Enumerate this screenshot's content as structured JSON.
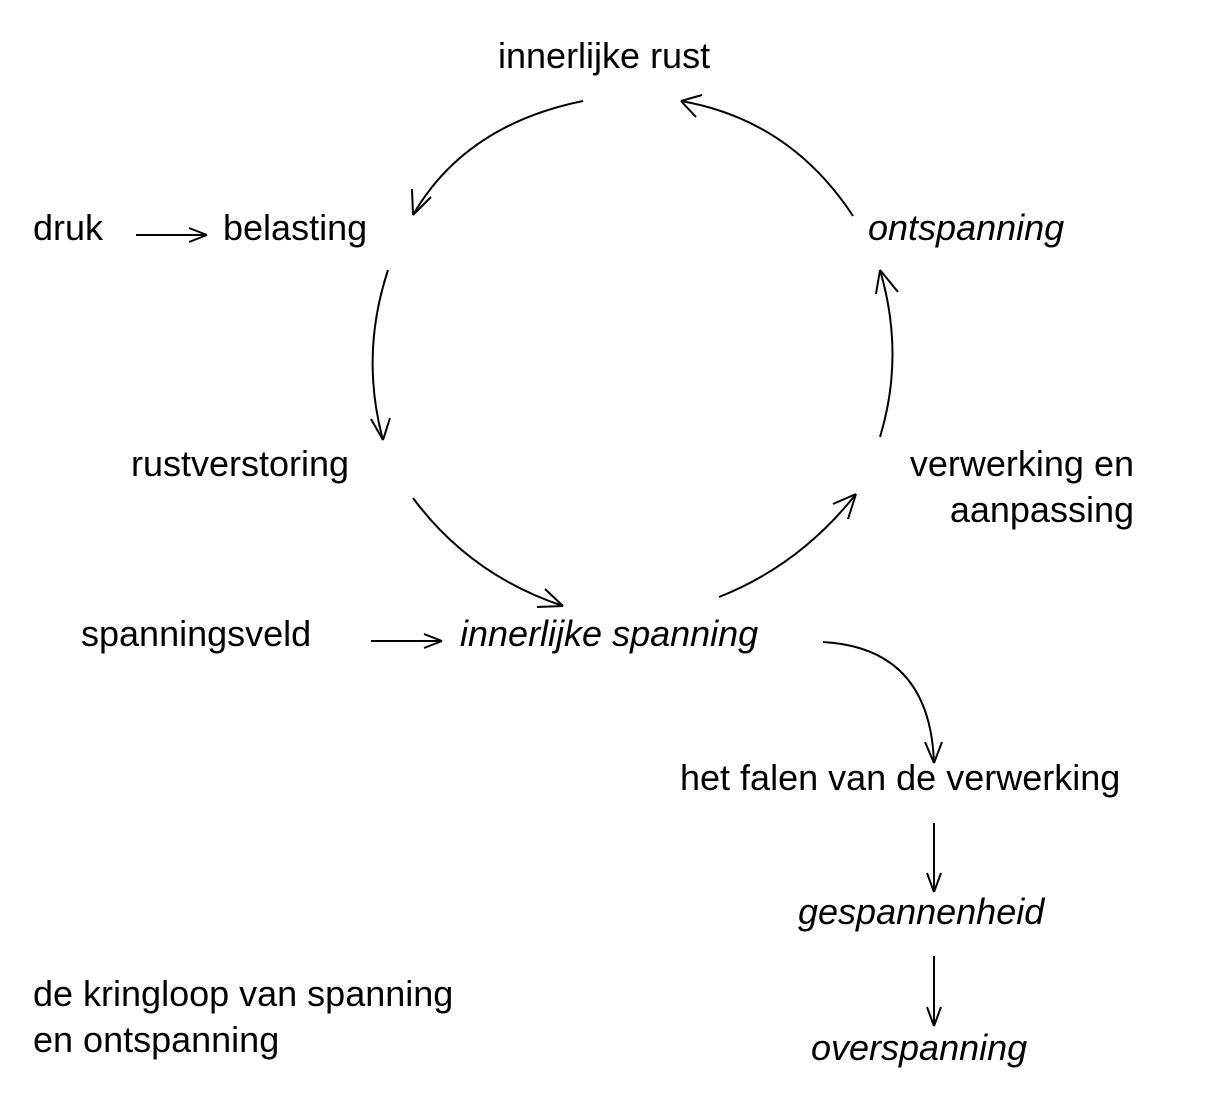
{
  "diagram": {
    "nodes": {
      "innerlijke_rust": "innerlijke rust",
      "druk": "druk",
      "belasting": "belasting",
      "ontspanning": "ontspanning",
      "rustverstoring": "rustverstoring",
      "verwerking_line1": "verwerking en",
      "verwerking_line2": "aanpassing",
      "spanningsveld": "spanningsveld",
      "innerlijke_spanning": "innerlijke spanning",
      "falen": "het falen van de verwerking",
      "gespannenheid": "gespannenheid",
      "overspanning": "overspanning"
    },
    "caption": {
      "line1": "de kringloop van spanning",
      "line2": "en ontspanning"
    },
    "edges": [
      {
        "from": "innerlijke rust",
        "to": "belasting"
      },
      {
        "from": "druk",
        "to": "belasting"
      },
      {
        "from": "belasting",
        "to": "rustverstoring"
      },
      {
        "from": "rustverstoring",
        "to": "innerlijke spanning"
      },
      {
        "from": "spanningsveld",
        "to": "innerlijke spanning"
      },
      {
        "from": "innerlijke spanning",
        "to": "verwerking en aanpassing"
      },
      {
        "from": "verwerking en aanpassing",
        "to": "ontspanning"
      },
      {
        "from": "ontspanning",
        "to": "innerlijke rust"
      },
      {
        "from": "innerlijke spanning",
        "to": "het falen van de verwerking"
      },
      {
        "from": "het falen van de verwerking",
        "to": "gespannenheid"
      },
      {
        "from": "gespannenheid",
        "to": "overspanning"
      }
    ]
  }
}
